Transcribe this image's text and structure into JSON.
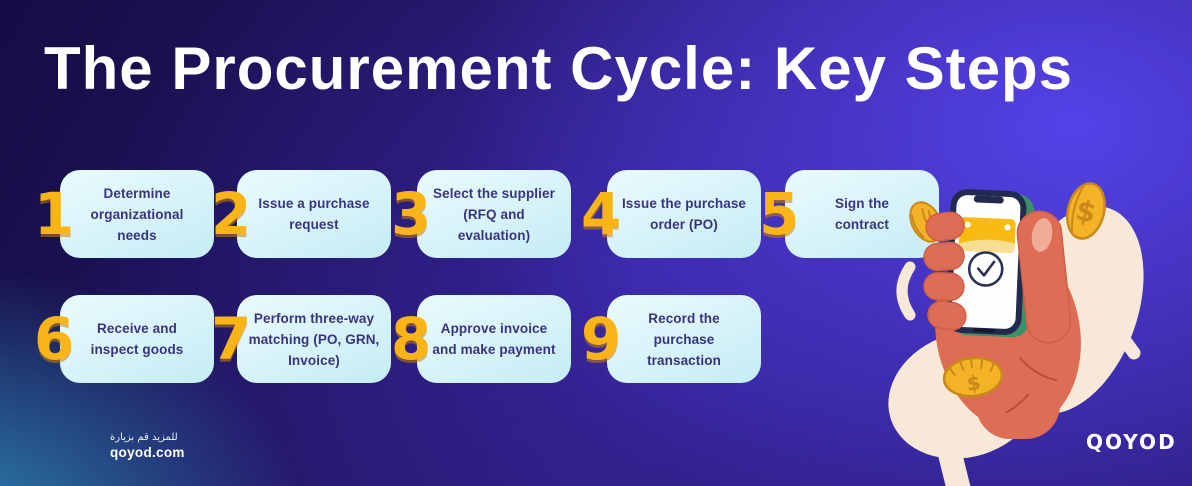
{
  "title": "The Procurement Cycle: Key Steps",
  "steps": [
    {
      "number": "1",
      "label": "Determine\norganizational\nneeds"
    },
    {
      "number": "2",
      "label": "Issue a purchase\nrequest"
    },
    {
      "number": "3",
      "label": "Select the supplier\n(RFQ and\nevaluation)"
    },
    {
      "number": "4",
      "label": "Issue the purchase\norder (PO)"
    },
    {
      "number": "5",
      "label": "Sign the\ncontract"
    },
    {
      "number": "6",
      "label": "Receive and\ninspect goods"
    },
    {
      "number": "7",
      "label": "Perform three-way\nmatching (PO, GRN,\nInvoice)"
    },
    {
      "number": "8",
      "label": "Approve invoice\nand make payment"
    },
    {
      "number": "9",
      "label": "Record the\npurchase\ntransaction"
    }
  ],
  "footer": {
    "visit_label_ar": "للمزيد قم بزيارة",
    "website": "qoyod.com",
    "brand_logo": "QOYOD"
  },
  "illustration": {
    "parts": [
      "hand",
      "smartphone-icon",
      "credit-card-icon",
      "checkmark-circle-icon",
      "dollar-coin-icon"
    ]
  },
  "colors": {
    "background_dark": "#140D45",
    "background_purple": "#2B1C7C",
    "background_bright": "#5644EE",
    "background_teal": "#2E8FBC",
    "card_bg_top": "#EAFBFE",
    "card_bg_bottom": "#C5ECF5",
    "card_text": "#3A3480",
    "step_number": "#F9B417",
    "coin_gold": "#F4B227",
    "hand_skin": "#DD6E55",
    "cream": "#F7E8D7",
    "title_text": "#FFFFFF"
  }
}
